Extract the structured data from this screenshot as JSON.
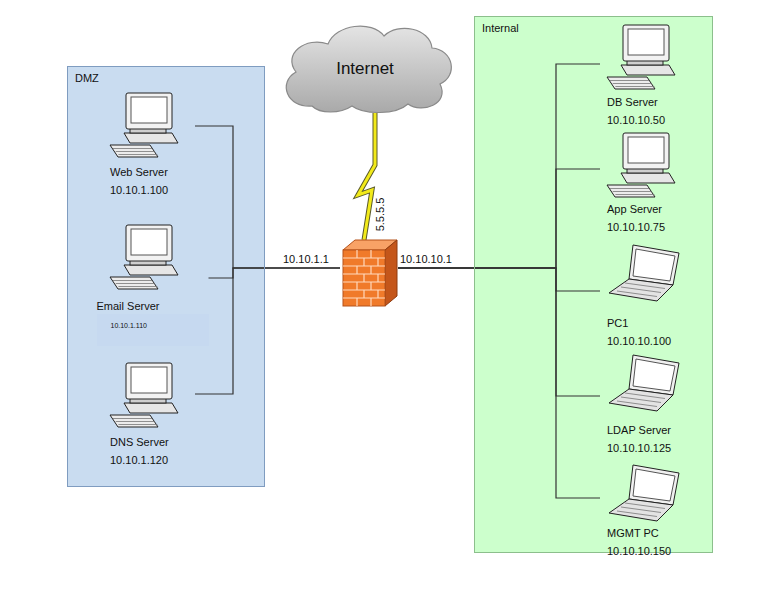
{
  "diagram": {
    "nodes": [
      {
        "text": [
          "DMZ"
        ]
      },
      {
        "text": [
          "Web Server",
          "10.10.1.100"
        ],
        "in": 0
      },
      {
        "text": [
          "Email Server",
          "10.10.1.110"
        ],
        "in": 0
      },
      {
        "text": [
          "DNS Server",
          "10.10.1.120"
        ],
        "in": 0
      },
      {
        "text": [
          "Internet"
        ]
      },
      {
        "text": [
          "5.5.5.5"
        ]
      },
      {
        "text": [
          "Internal"
        ]
      },
      {
        "text": [
          "DB Server",
          "10.10.10.50"
        ],
        "in": 6
      },
      {
        "text": [
          "App Server",
          "10.10.10.75"
        ],
        "in": 6
      },
      {
        "text": [
          "PC1",
          "10.10.10.100"
        ],
        "in": 6
      },
      {
        "text": [
          "LDAP Server",
          "10.10.10.125"
        ],
        "in": 6
      },
      {
        "text": [
          "MGMT PC",
          "10.10.10.150"
        ],
        "in": 6
      }
    ],
    "edges": [
      {
        "from": 4,
        "to": 5,
        "arrow": "none"
      },
      {
        "from": 5,
        "to": 1,
        "arrow": "none"
      },
      {
        "from": 5,
        "to": 2,
        "arrow": "none"
      },
      {
        "from": 5,
        "to": 3,
        "arrow": "none"
      },
      {
        "from": 5,
        "to": 7,
        "arrow": "none"
      },
      {
        "from": 5,
        "to": 8,
        "arrow": "none"
      },
      {
        "from": 5,
        "to": 9,
        "arrow": "none"
      },
      {
        "from": 5,
        "to": 10,
        "arrow": "none"
      },
      {
        "from": 5,
        "to": 11,
        "arrow": "none"
      }
    ],
    "labels": [
      "10.10.1.1",
      "10.10.10.1"
    ]
  }
}
